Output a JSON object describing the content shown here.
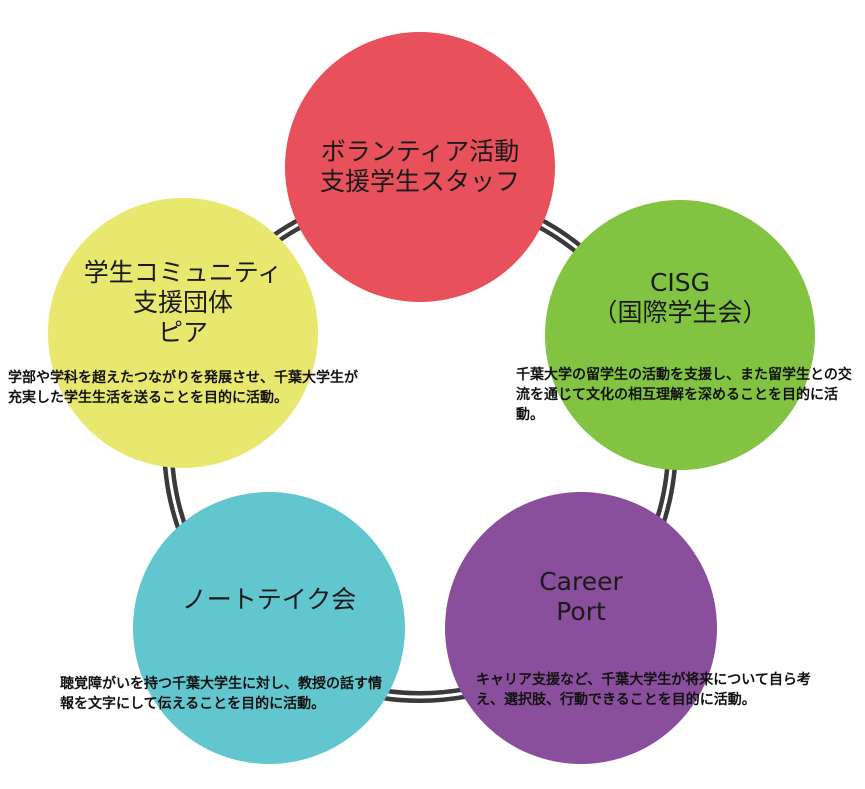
{
  "colors": {
    "ring": "#3a3a3a",
    "volunteer": "#e8505b",
    "cisg": "#82c341",
    "career": "#8a4f9c",
    "notetaker": "#62c6cf",
    "peer": "#e9e86e"
  },
  "nodes": {
    "volunteer": {
      "title_lines": [
        "ボランティア活動",
        "支援学生スタッフ"
      ]
    },
    "cisg": {
      "title_lines": [
        "CISG",
        "（国際学生会）"
      ],
      "description": "千葉大学の留学生の活動を支援し、また留学生との交流を通じて文化の相互理解を深めることを目的に活動。"
    },
    "career": {
      "title_lines": [
        "Career",
        "Port"
      ],
      "description": "キャリア支援など、千葉大学生が将来について自ら考え、選択肢、行動できることを目的に活動。"
    },
    "notetaker": {
      "title_lines": [
        "ノートテイク会"
      ],
      "description": "聴覚障がいを持つ千葉大学生に対し、教授の話す情報を文字にして伝えることを目的に活動。"
    },
    "peer": {
      "title_lines": [
        "学生コミュニティ",
        "支援団体",
        "ピア"
      ],
      "description": "学部や学科を超えたつながりを発展させ、千葉大学生が充実した学生生活を送ることを目的に活動。"
    }
  }
}
